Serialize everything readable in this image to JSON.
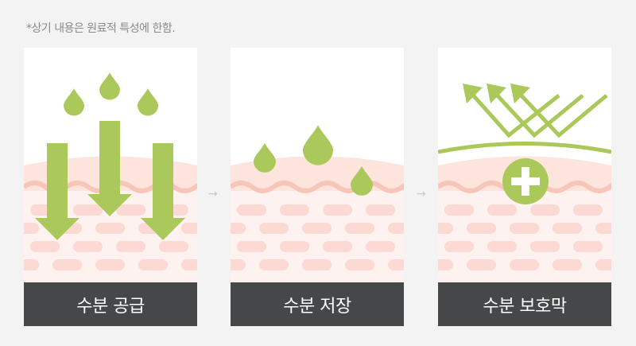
{
  "note": "*상기 내용은 원료적 특성에 한함.",
  "colors": {
    "green": "#abc95a",
    "skin_top": "#fde4dd",
    "skin_wave": "#f8c6b9",
    "skin_lower": "#fdf2ef",
    "cell": "#fcd9d2",
    "label_bg": "#454748"
  },
  "panels": [
    {
      "label": "수분 공급",
      "icon": "water-drops-down-arrows"
    },
    {
      "label": "수분 저장",
      "icon": "water-drops"
    },
    {
      "label": "수분 보호막",
      "icon": "reflect-arrows-plus-shield"
    }
  ],
  "flow_arrow": "→"
}
